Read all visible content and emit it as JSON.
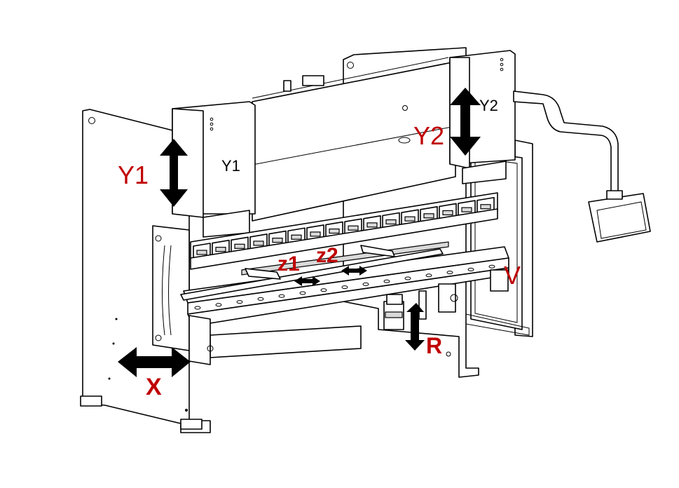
{
  "diagram": {
    "plates": {
      "y1": "Y1",
      "y2": "Y2"
    },
    "axes": {
      "y1": "Y1",
      "y2": "Y2",
      "z1": "z1",
      "z2": "z2",
      "v": "V",
      "r": "R",
      "x": "X"
    },
    "colors": {
      "label": "#c00000",
      "line": "#000000",
      "background": "#ffffff"
    }
  }
}
